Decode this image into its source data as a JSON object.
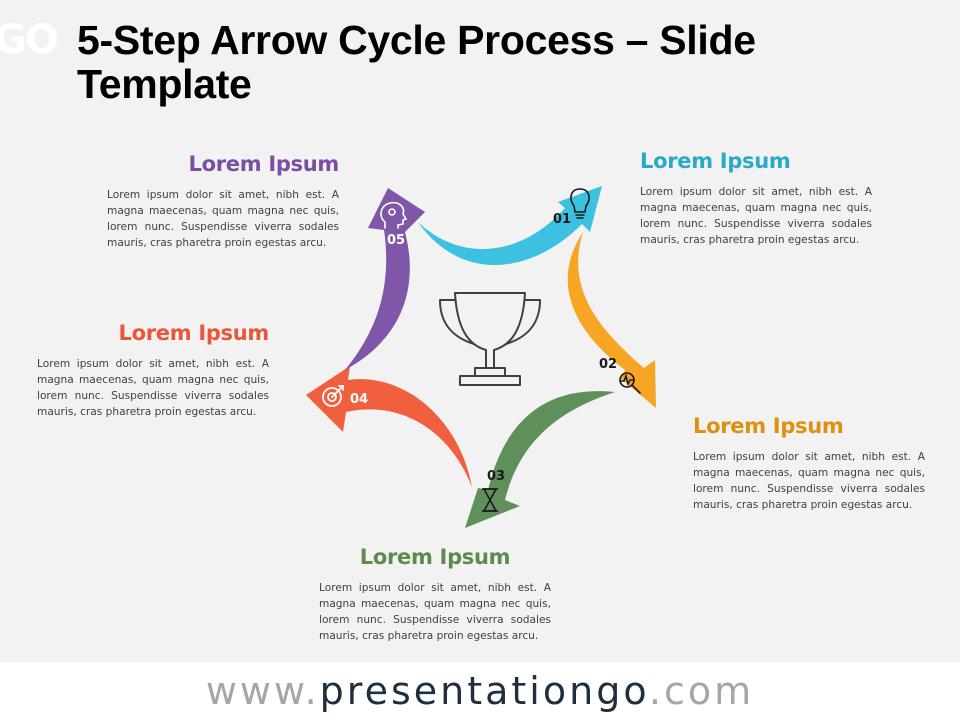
{
  "logo_text": "GO",
  "title": "5-Step Arrow Cycle Process – Slide Template",
  "center_icon": "trophy-icon",
  "steps": [
    {
      "number": "01",
      "heading": "Lorem Ipsum",
      "color": "#3cc2e0",
      "icon": "lightbulb-icon",
      "text": "Lorem ipsum dolor sit amet, nibh est. A magna maecenas, quam magna nec quis, lorem nunc. Suspendisse viverra sodales mauris, cras pharetra proin egestas arcu."
    },
    {
      "number": "02",
      "heading": "Lorem Ipsum",
      "color": "#f6a623",
      "icon": "magnifier-chart-icon",
      "text": "Lorem ipsum dolor sit amet, nibh est. A magna maecenas, quam magna nec quis, lorem nunc. Suspendisse viverra sodales mauris, cras pharetra proin egestas arcu."
    },
    {
      "number": "03",
      "heading": "Lorem Ipsum",
      "color": "#5f8f5a",
      "icon": "hourglass-icon",
      "text": "Lorem ipsum dolor sit amet, nibh est. A magna maecenas, quam magna nec quis, lorem nunc. Suspendisse viverra sodales mauris, cras pharetra proin egestas arcu."
    },
    {
      "number": "04",
      "heading": "Lorem Ipsum",
      "color": "#f0603f",
      "icon": "target-icon",
      "text": "Lorem ipsum dolor sit amet, nibh est. A magna maecenas, quam magna nec quis, lorem nunc. Suspendisse viverra sodales mauris, cras pharetra proin egestas arcu."
    },
    {
      "number": "05",
      "heading": "Lorem Ipsum",
      "color": "#7f56a8",
      "icon": "head-idea-icon",
      "text": "Lorem ipsum dolor sit amet, nibh est. A magna maecenas, quam magna nec quis, lorem nunc. Suspendisse viverra sodales mauris, cras pharetra proin egestas arcu."
    }
  ],
  "footer": {
    "prefix": "www.",
    "brand": "presentationgo",
    "suffix": ".com"
  }
}
